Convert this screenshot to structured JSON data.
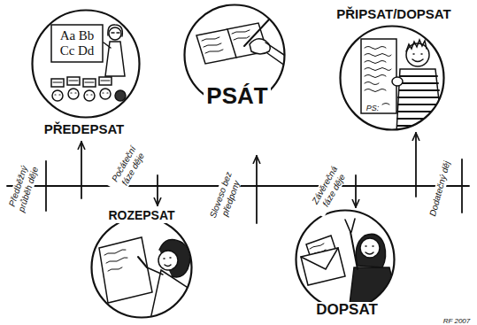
{
  "diagram": {
    "nodes": [
      {
        "text": [
          "PŘEDEPSAT"
        ]
      },
      {
        "text": [
          "PSÁT"
        ]
      },
      {
        "text": [
          "PŘIPSAT/DOPSAT"
        ]
      },
      {
        "text": [
          "ROZEPSAT"
        ]
      },
      {
        "text": [
          "DOPSAT"
        ]
      }
    ],
    "labels": [
      "Aa Bb Cc Dd",
      "PS:",
      "Předběžný průběh děje",
      "Počáteční fáze děje",
      "Sloveso bez předpony",
      "Závěrečná fáze děje",
      "Dodatečný děj",
      "RF 2007"
    ]
  }
}
